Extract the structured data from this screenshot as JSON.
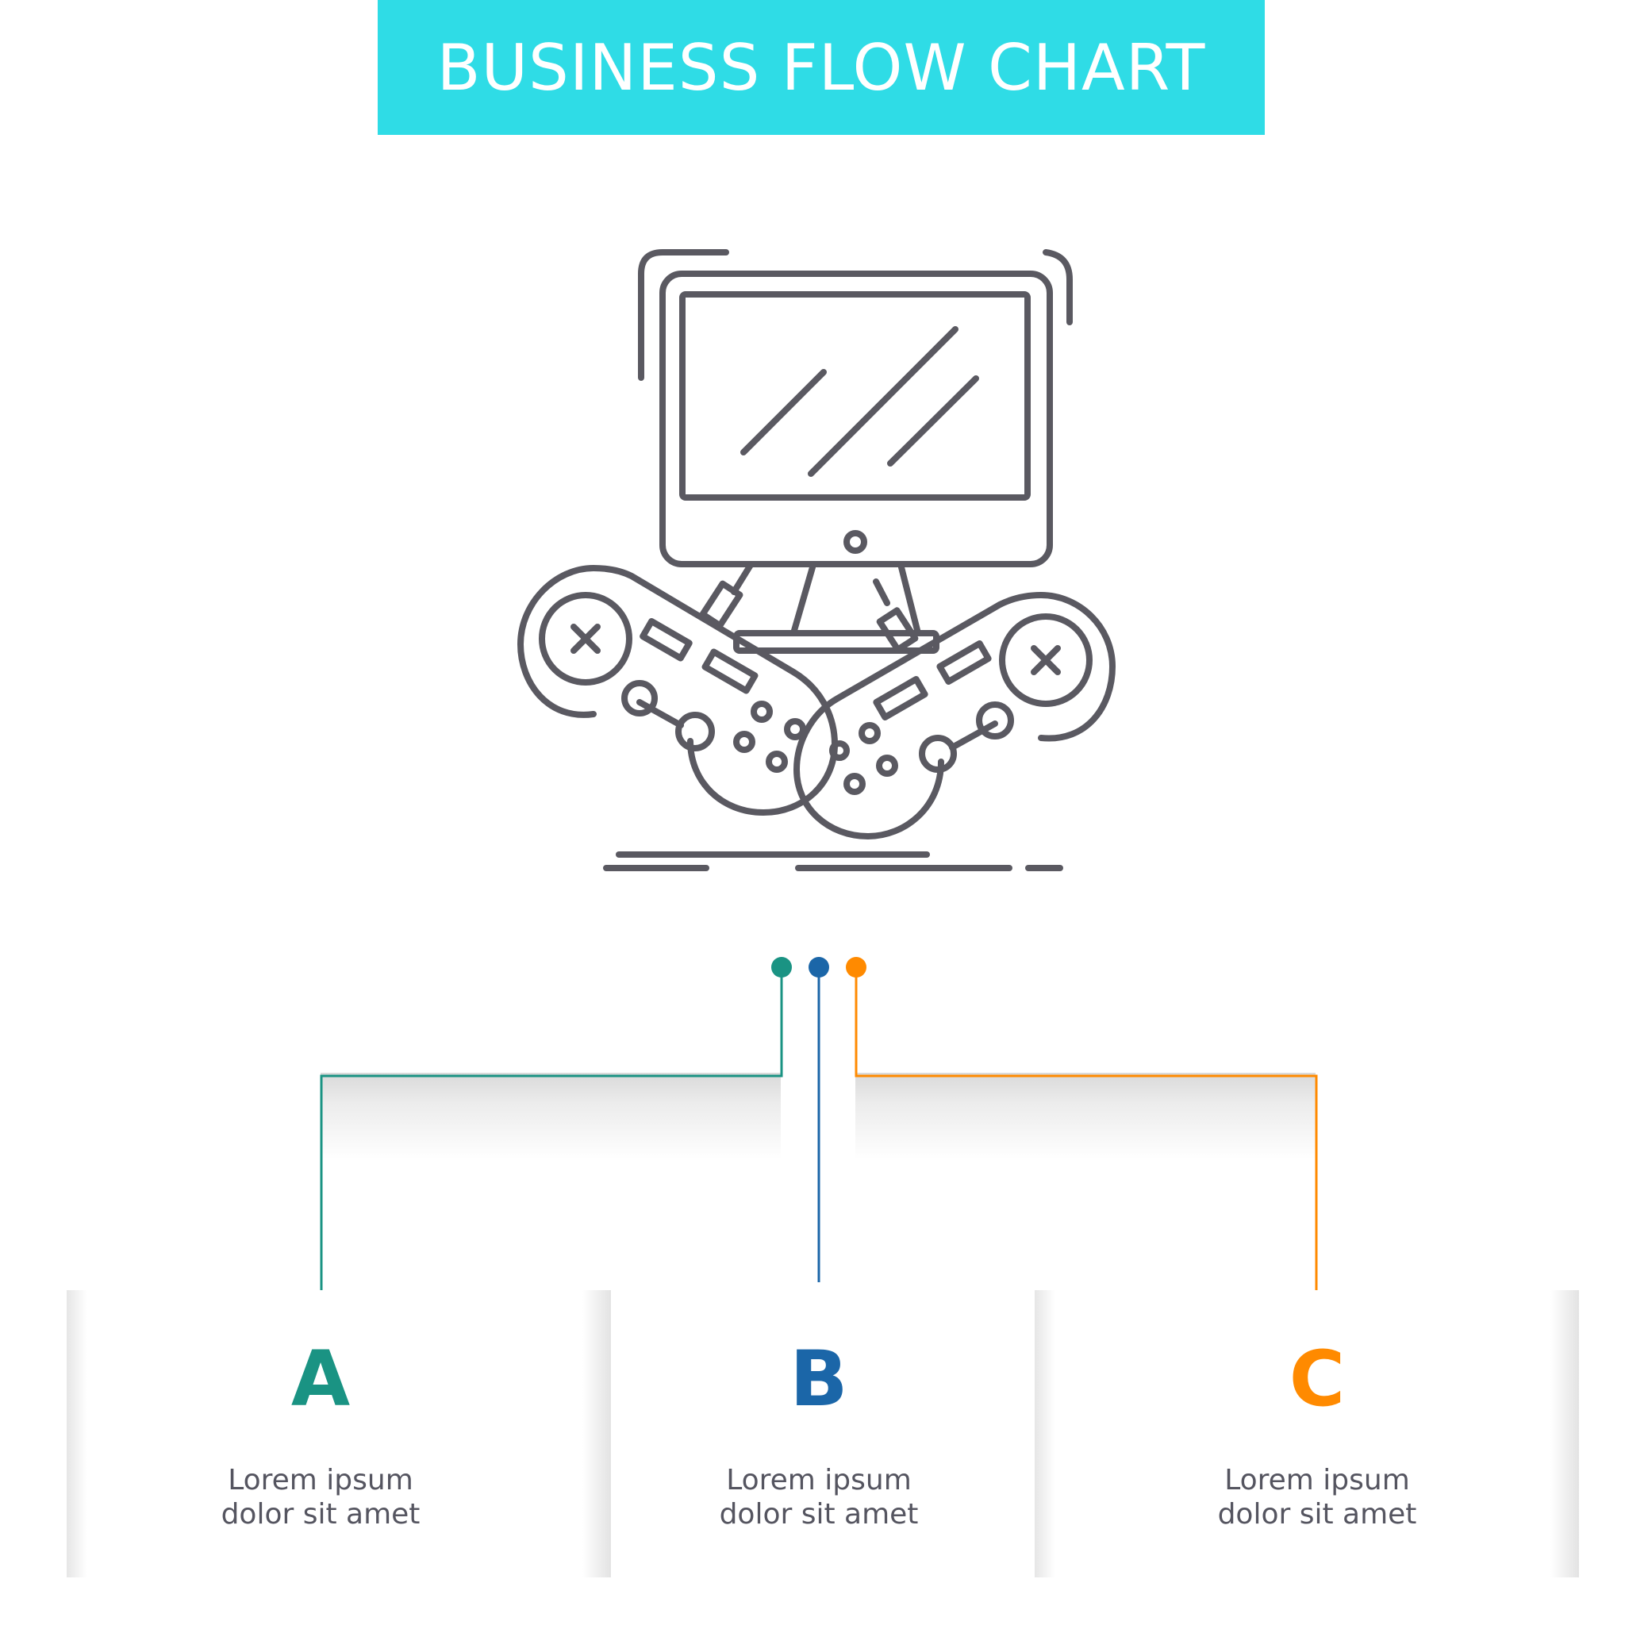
{
  "title": "BUSINESS FLOW CHART",
  "colors": {
    "title_bar": "#2FDCE6",
    "step_a": "#1A9383",
    "step_b": "#1B66A8",
    "step_c": "#FF8A00",
    "icon_stroke": "#5A5961",
    "body_text": "#555560"
  },
  "illustration": {
    "icon": "computer-monitor-with-two-game-controllers-icon"
  },
  "steps": [
    {
      "letter": "A",
      "line1": "Lorem ipsum",
      "line2": "dolor sit amet"
    },
    {
      "letter": "B",
      "line1": "Lorem ipsum",
      "line2": "dolor sit amet"
    },
    {
      "letter": "C",
      "line1": "Lorem ipsum",
      "line2": "dolor sit amet"
    }
  ]
}
